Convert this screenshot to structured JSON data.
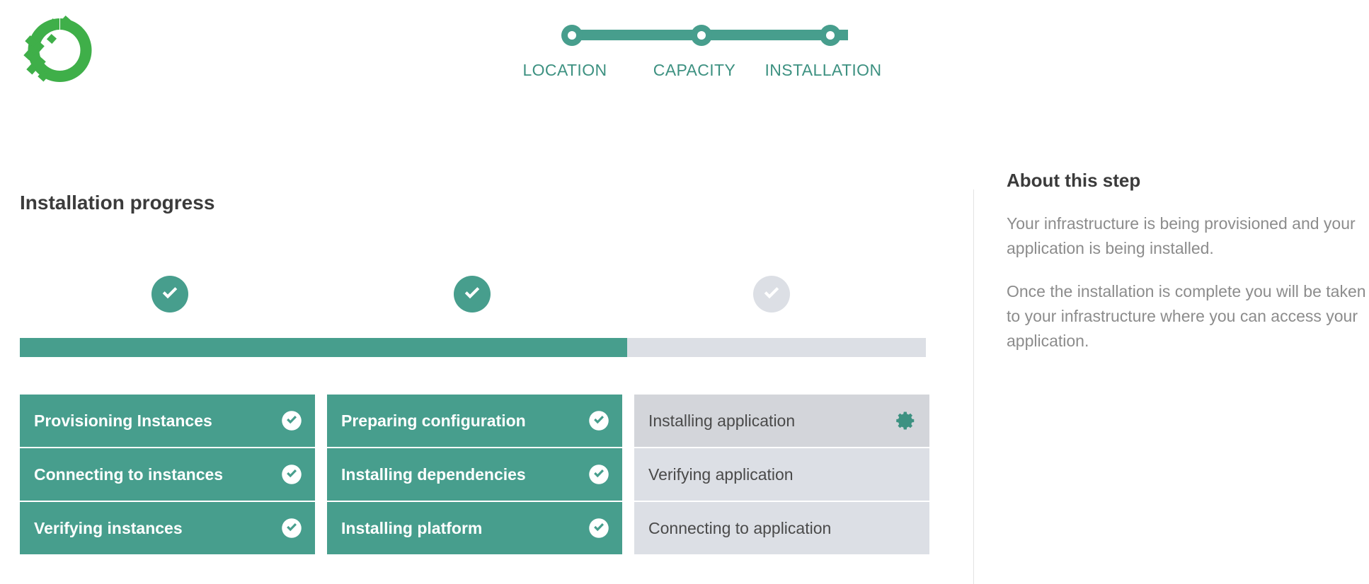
{
  "brand": {
    "logo_icon": "globe-ring-logo",
    "logo_color": "#3faf49"
  },
  "theme": {
    "accent": "#479e8d",
    "accent_text": "#3d9181",
    "muted_fill": "#dcdfe5",
    "active_fill": "#d3d5da",
    "heading_text": "#3b3b3b",
    "body_text": "#8c8c8c"
  },
  "stepper": {
    "steps": [
      {
        "label": "LOCATION",
        "state": "complete"
      },
      {
        "label": "CAPACITY",
        "state": "complete"
      },
      {
        "label": "INSTALLATION",
        "state": "current"
      }
    ]
  },
  "main": {
    "heading": "Installation progress",
    "phases": [
      {
        "icon": "check-circle-icon",
        "state": "done"
      },
      {
        "icon": "check-circle-icon",
        "state": "done"
      },
      {
        "icon": "check-circle-icon",
        "state": "pending"
      }
    ],
    "progress": {
      "percent": 67
    },
    "columns": [
      {
        "name": "instances",
        "tasks": [
          {
            "label": "Provisioning Instances",
            "state": "done",
            "icon": "check-circle-icon"
          },
          {
            "label": "Connecting to instances",
            "state": "done",
            "icon": "check-circle-icon"
          },
          {
            "label": "Verifying instances",
            "state": "done",
            "icon": "check-circle-icon"
          }
        ]
      },
      {
        "name": "platform",
        "tasks": [
          {
            "label": "Preparing configuration",
            "state": "done",
            "icon": "check-circle-icon"
          },
          {
            "label": "Installing dependencies",
            "state": "done",
            "icon": "check-circle-icon"
          },
          {
            "label": "Installing platform",
            "state": "done",
            "icon": "check-circle-icon"
          }
        ]
      },
      {
        "name": "application",
        "tasks": [
          {
            "label": "Installing application",
            "state": "active",
            "icon": "gear-icon"
          },
          {
            "label": "Verifying application",
            "state": "queued",
            "icon": "none"
          },
          {
            "label": "Connecting to application",
            "state": "queued",
            "icon": "none"
          }
        ]
      }
    ]
  },
  "aside": {
    "title": "About this step",
    "paragraph_1": "Your infrastructure is being provisioned and your application is being installed.",
    "paragraph_2": "Once the installation is complete you will be taken to your infrastructure where you can access your application."
  }
}
